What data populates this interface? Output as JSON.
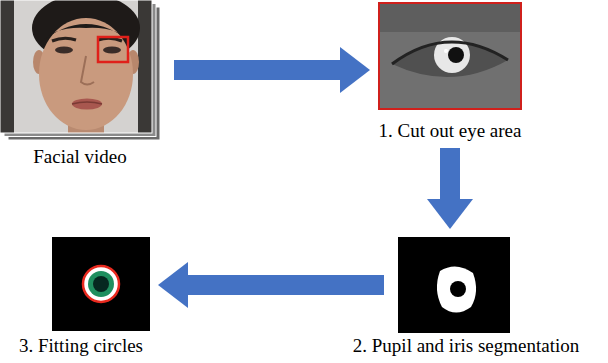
{
  "diagram": {
    "nodes": [
      {
        "text": [
          "Facial video"
        ]
      },
      {
        "text": [
          "1. Cut out eye area"
        ]
      },
      {
        "text": [
          "2. Pupil and iris segmentation"
        ]
      },
      {
        "text": [
          "3. Fitting circles"
        ]
      }
    ],
    "edges": [
      {
        "from": 0,
        "to": 1,
        "arrow": "to"
      },
      {
        "from": 1,
        "to": 2,
        "arrow": "to"
      },
      {
        "from": 2,
        "to": 3,
        "arrow": "to"
      }
    ]
  }
}
